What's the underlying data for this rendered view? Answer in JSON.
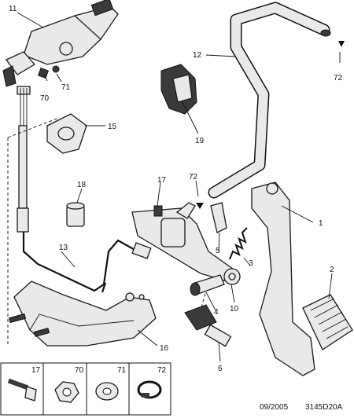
{
  "callouts": {
    "c1": "1",
    "c2": "2",
    "c3": "3",
    "c4": "4",
    "c5": "5",
    "c6": "6",
    "c10": "10",
    "c11": "11",
    "c12": "12",
    "c13": "13",
    "c15": "15",
    "c16": "16",
    "c17": "17",
    "c18": "18",
    "c19": "19",
    "c70": "70",
    "c71": "71",
    "c72a": "72",
    "c72b": "72"
  },
  "legend": {
    "items": [
      {
        "label": "17",
        "icon": "bolt-icon"
      },
      {
        "label": "70",
        "icon": "nut-icon"
      },
      {
        "label": "71",
        "icon": "washer-icon"
      },
      {
        "label": "72",
        "icon": "hose-clamp-icon"
      }
    ]
  },
  "footer": {
    "date": "09/2005",
    "code": "3145D20A"
  }
}
